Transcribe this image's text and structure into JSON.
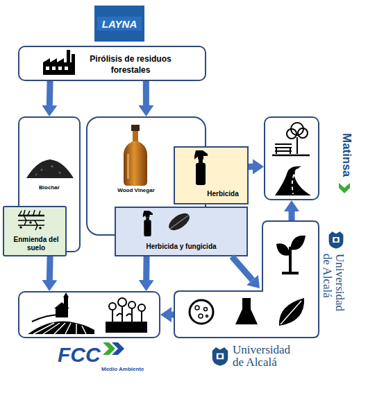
{
  "diagram": {
    "nodes": [
      {
        "text": [
          "Pirólisis de residuos forestales"
        ]
      },
      {
        "text": [
          "Biochar"
        ]
      },
      {
        "text": [
          "Enmienda del suelo"
        ]
      },
      {
        "text": [
          "Wood Vinegar"
        ]
      },
      {
        "text": [
          "Herbicida"
        ]
      },
      {
        "text": [
          "Herbicida y fungicida"
        ]
      },
      {
        "text": [
          "Matinsa"
        ]
      },
      {
        "text": [
          "Universidad de Alcalá",
          "Universidad de Alcalá"
        ]
      },
      {
        "text": [
          "FCC",
          "Medio Ambiente"
        ]
      }
    ],
    "edges": [
      {
        "from": 0,
        "to": 1,
        "arrow": "to"
      },
      {
        "from": 0,
        "to": 3,
        "arrow": "to"
      },
      {
        "from": 4,
        "to": 6,
        "arrow": "to"
      },
      {
        "from": 2,
        "to": 8,
        "arrow": "to"
      },
      {
        "from": 5,
        "to": 8,
        "arrow": "to"
      },
      {
        "from": 5,
        "to": 7,
        "arrow": "to"
      },
      {
        "from": 7,
        "to": 8,
        "arrow": "to"
      },
      {
        "from": 7,
        "to": 6,
        "arrow": "to"
      }
    ],
    "labels": [
      "LAYNA"
    ]
  }
}
